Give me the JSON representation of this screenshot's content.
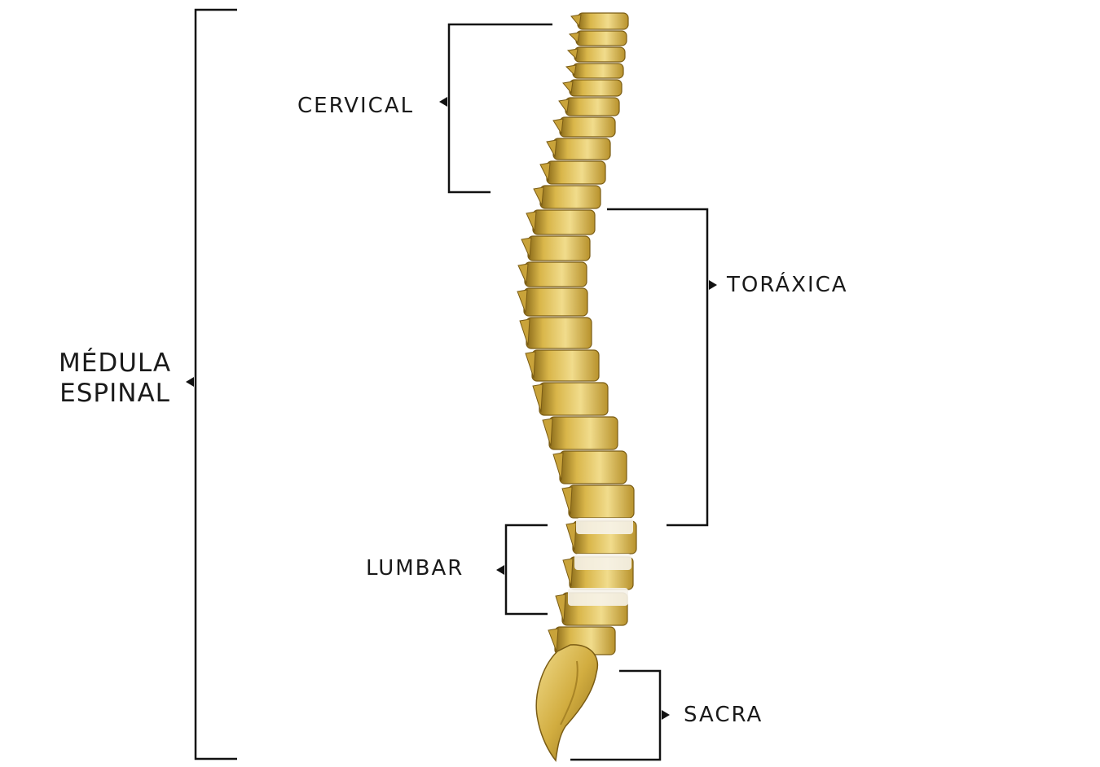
{
  "labels": {
    "medula_line1": "MÉDULA",
    "medula_line2": "ESPINAL",
    "cervical": "CERVICAL",
    "toraxica": "TORÁXICA",
    "lumbar": "LUMBAR",
    "sacra": "SACRA"
  },
  "colors": {
    "line": "#111111",
    "bone": "#d9b64a",
    "bone_light": "#f1dc8c",
    "bone_dark": "#8a6a18",
    "disc": "#f6f3ea"
  }
}
